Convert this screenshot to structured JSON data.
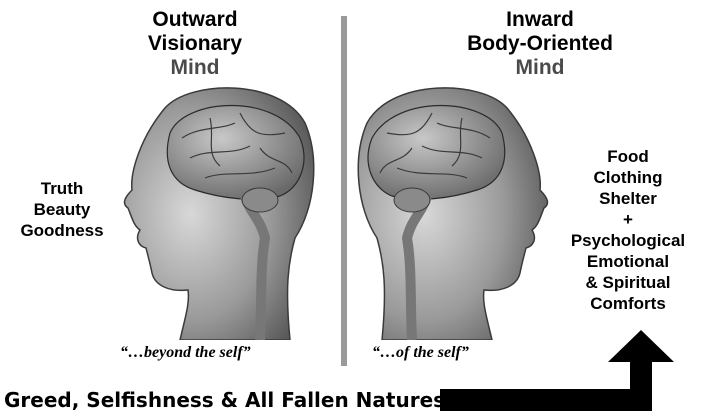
{
  "left": {
    "title_line1": "Outward",
    "title_line2": "Visionary",
    "title_line3": "Mind",
    "values": [
      "Truth",
      "Beauty",
      "Goodness"
    ],
    "quote": "“…beyond the self”"
  },
  "right": {
    "title_line1": "Inward",
    "title_line2": "Body-Oriented",
    "title_line3": "Mind",
    "needs": [
      "Food",
      "Clothing",
      "Shelter",
      "+",
      "Psychological",
      "Emotional",
      "& Spiritual",
      "Comforts"
    ],
    "quote": "“…of the self”"
  },
  "bottom_label": "Greed, Selfishness & All Fallen Natures",
  "colors": {
    "divider": "#9a9a9a",
    "arrow": "#000000",
    "mind_text": "#4a4a4a"
  }
}
